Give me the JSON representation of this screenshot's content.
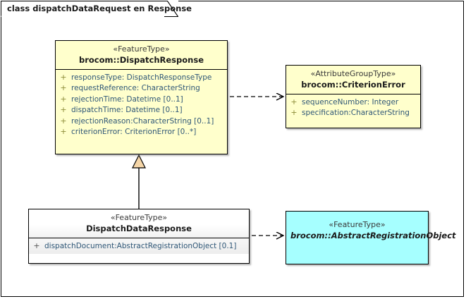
{
  "diagram": {
    "title": "class dispatchDataRequest en Response",
    "type": "uml-class-diagram",
    "colors": {
      "class_yellow": "#FFFFCC",
      "class_cyan": "#A6FFFF",
      "class_gray": "#F2F2F2",
      "border": "#000000",
      "attribute_text": "#2F5777",
      "visibility_marker": "#8D8D3A",
      "generalization_fill": "#F5D6A8",
      "canvas": "#FFFFFF"
    }
  },
  "classes": {
    "dispatch_response": {
      "stereotype": "«FeatureType»",
      "name": "brocom::DispatchResponse",
      "attributes": [
        {
          "visibility": "+",
          "text": "responseType: DispatchResponseType"
        },
        {
          "visibility": "+",
          "text": "requestReference: CharacterString"
        },
        {
          "visibility": "+",
          "text": "rejectionTime: Datetime [0..1]"
        },
        {
          "visibility": "+",
          "text": "dispatchTime: Datetime [0..1]"
        },
        {
          "visibility": "+",
          "text": "rejectionReason:CharacterString [0..1]"
        },
        {
          "visibility": "+",
          "text": "criterionError: CriterionError [0..*]"
        }
      ]
    },
    "criterion_error": {
      "stereotype": "«AttributeGroupType»",
      "name": "brocom::CriterionError",
      "attributes": [
        {
          "visibility": "+",
          "text": "sequenceNumber: Integer"
        },
        {
          "visibility": "+",
          "text": "specification:CharacterString"
        }
      ]
    },
    "dispatch_data_response": {
      "stereotype": "«FeatureType»",
      "name": "DispatchDataResponse",
      "attributes": [
        {
          "visibility": "+",
          "text": "dispatchDocument:AbstractRegistrationObject [0.1]"
        }
      ]
    },
    "abstract_registration_object": {
      "stereotype": "«FeatureType»",
      "name": "brocom::AbstractRegistrationObject",
      "attributes": []
    }
  },
  "connectors": [
    {
      "id": "dep-response-to-criterionerror",
      "kind": "dependency",
      "style": "dashed-open-arrow",
      "from": "dispatch_response",
      "to": "criterion_error",
      "label": ""
    },
    {
      "id": "gen-datarensponse-to-response",
      "kind": "generalization",
      "style": "solid-hollow-triangle",
      "from": "dispatch_data_response",
      "to": "dispatch_response",
      "label": ""
    },
    {
      "id": "dep-dataresponse-to-abstractregobject",
      "kind": "dependency",
      "style": "dashed-open-arrow",
      "from": "dispatch_data_response",
      "to": "abstract_registration_object",
      "label": ""
    }
  ]
}
